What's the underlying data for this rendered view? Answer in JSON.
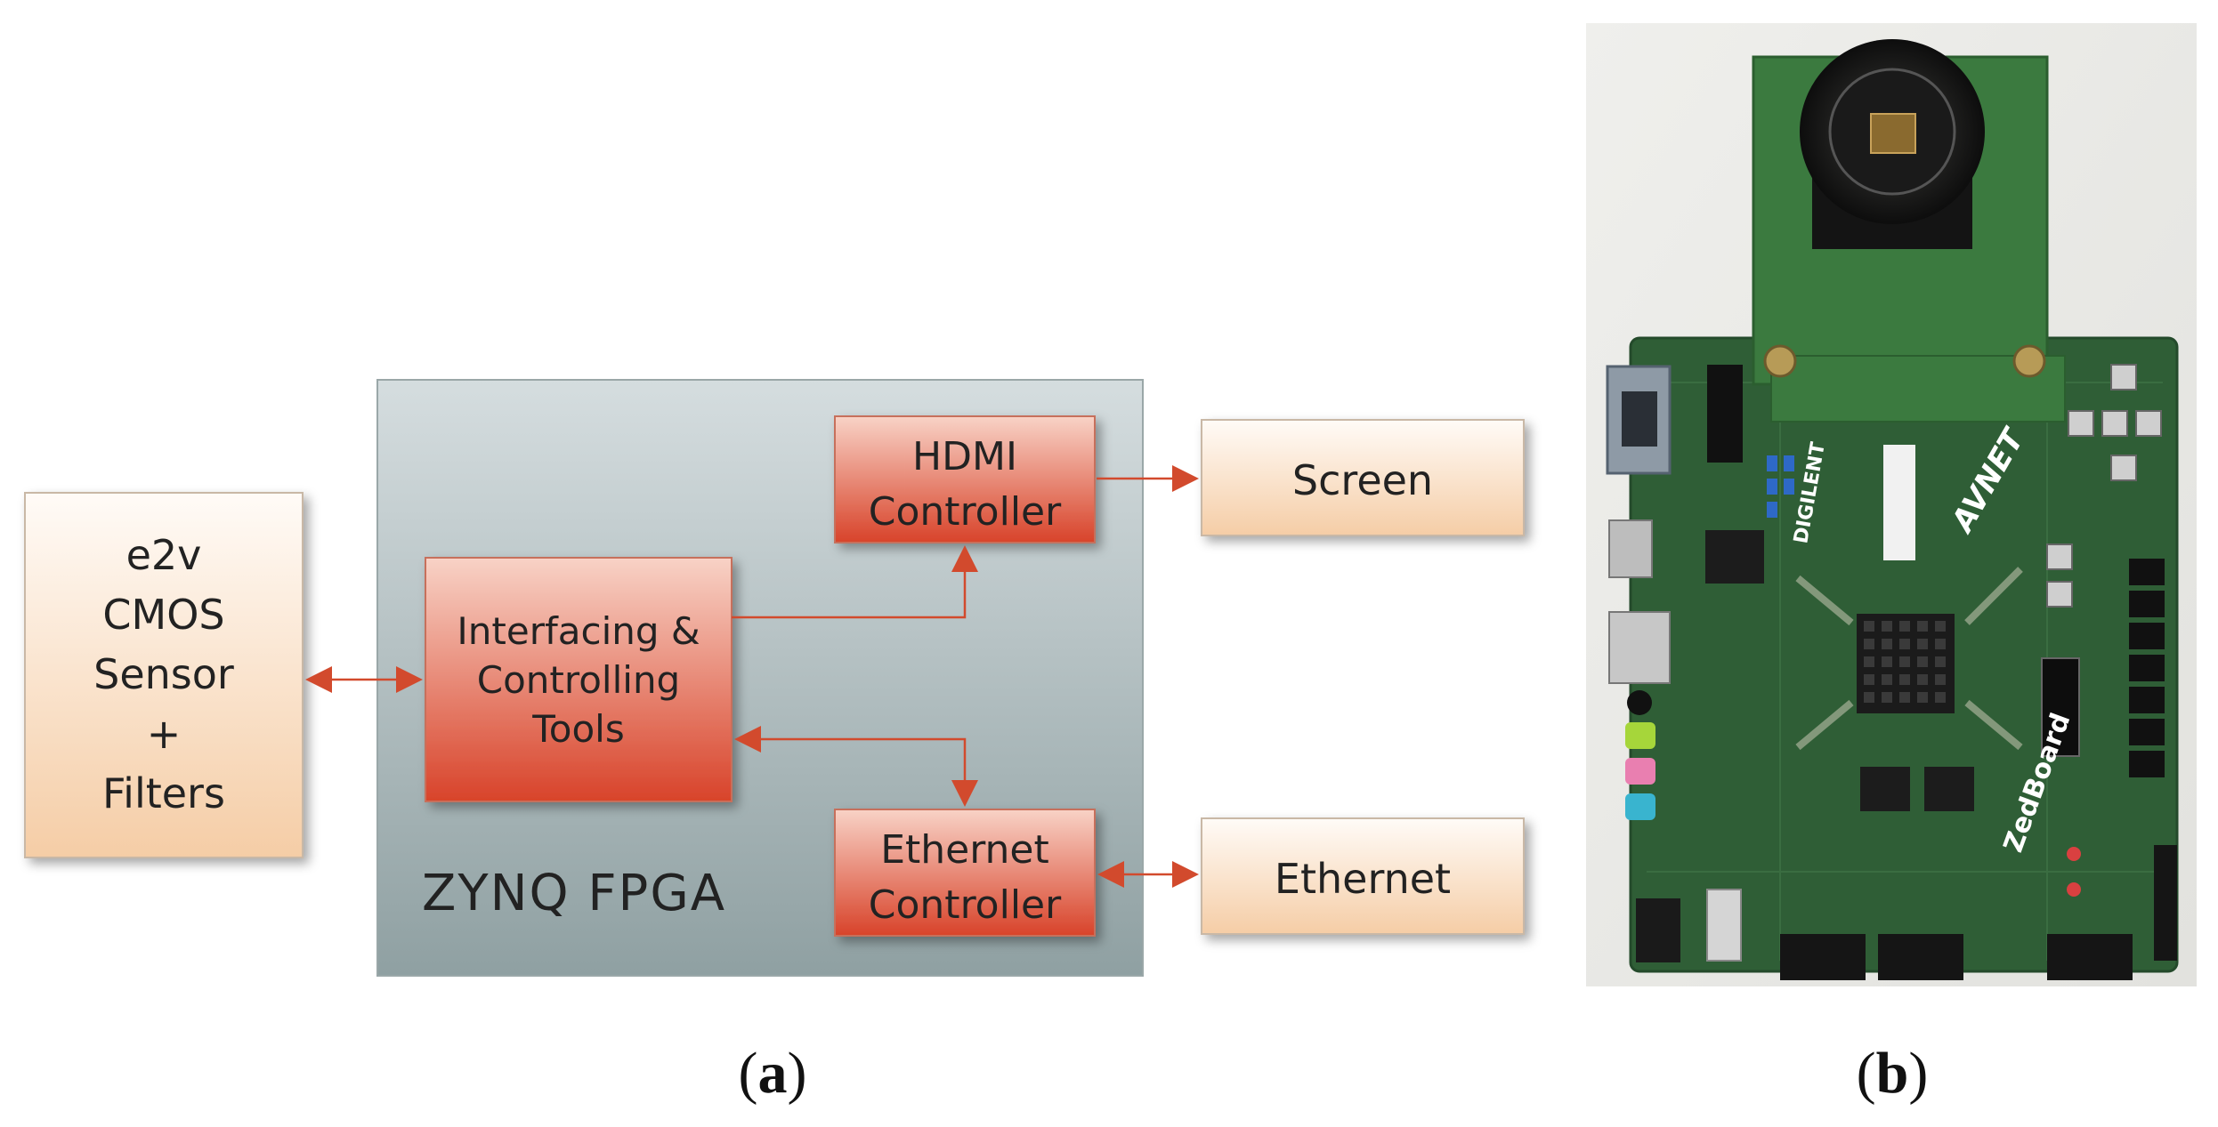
{
  "panel_a": {
    "sensor_block": {
      "lines": [
        "e2v",
        "CMOS",
        "Sensor",
        "+",
        "Filters"
      ]
    },
    "fpga_block": {
      "label": "ZYNQ FPGA"
    },
    "interfacing_block": {
      "lines": [
        "Interfacing &",
        "Controlling",
        "Tools"
      ]
    },
    "hdmi_block": {
      "lines": [
        "HDMI",
        "Controller"
      ]
    },
    "ethernet_ctrl_block": {
      "lines": [
        "Ethernet",
        "Controller"
      ]
    },
    "screen_block": {
      "label": "Screen"
    },
    "ethernet_block": {
      "label": "Ethernet"
    },
    "caption": {
      "open": "(",
      "letter": "a",
      "close": ")"
    }
  },
  "panel_b": {
    "board_labels": {
      "digilent": "DIGILENT",
      "avnet": "AVNET",
      "zedboard": "ZedBoard"
    },
    "caption": {
      "open": "(",
      "letter": "b",
      "close": ")"
    }
  },
  "colors": {
    "arrow": "#d24a2d",
    "red_block_top": "#f7c9bc",
    "red_block_bottom": "#d9452a",
    "peach_top": "#fffaf5",
    "peach_bottom": "#f6cfa9",
    "fpga_top": "#cfd8d9",
    "fpga_bottom": "#90a1a3",
    "pcb": "#2f5e36"
  }
}
